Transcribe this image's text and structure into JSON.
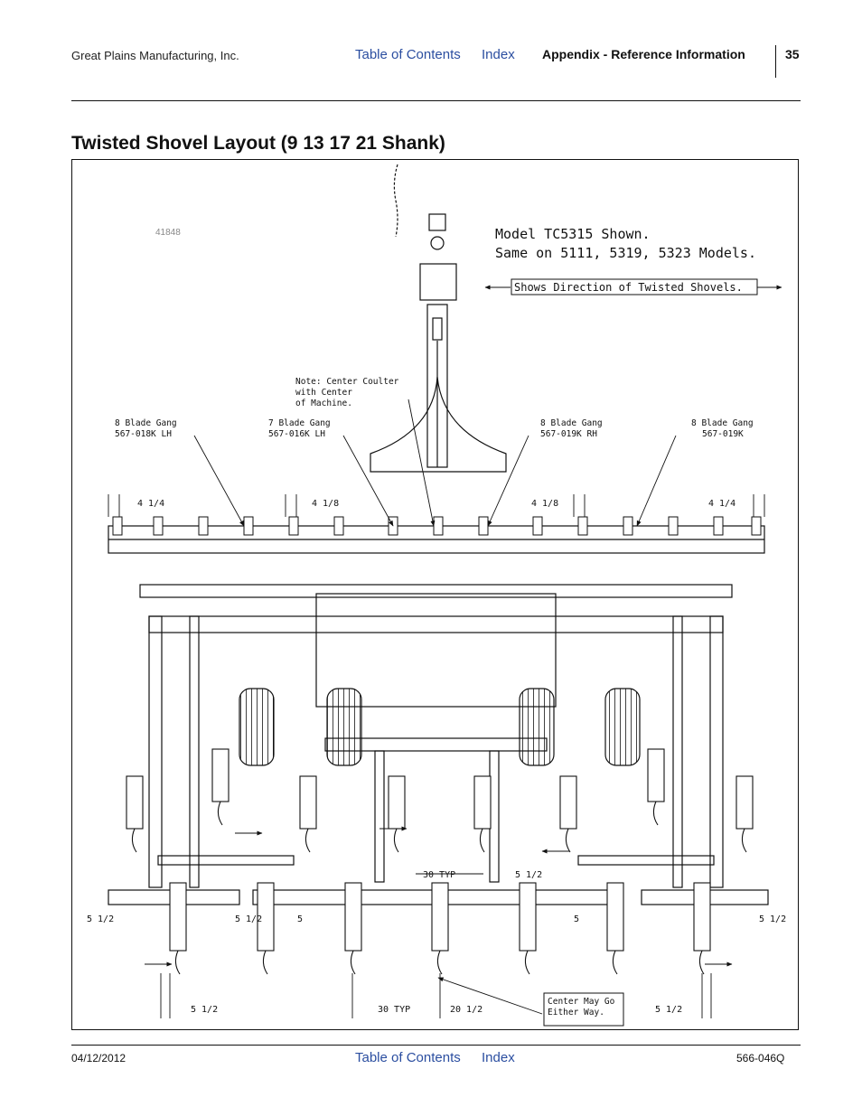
{
  "header": {
    "company": "Great Plains Manufacturing, Inc.",
    "toc_link": "Table of Contents",
    "index_link": "Index",
    "section": "Appendix - Reference Information",
    "page_number": "35"
  },
  "page_title": "Twisted Shovel Layout (9 13 17 21 Shank)",
  "figure": {
    "figure_id": "41848",
    "model_line1": "Model TC5315 Shown.",
    "model_line2": "Same on 5111, 5319, 5323 Models.",
    "direction_note": "Shows Direction of Twisted Shovels.",
    "center_note": [
      "Note: Center Coulter",
      "with Center",
      "of Machine."
    ],
    "gangs": [
      {
        "line1": "8 Blade Gang",
        "line2": "567-018K LH"
      },
      {
        "line1": "7 Blade Gang",
        "line2": "567-016K LH"
      },
      {
        "line1": "8 Blade Gang",
        "line2": "567-019K RH"
      },
      {
        "line1": "8 Blade Gang",
        "line2": "567-019K"
      }
    ],
    "dims": {
      "d_4_1_4": "4 1/4",
      "d_4_1_8": "4 1/8",
      "d_5_1_2": "5 1/2",
      "d_5": "5",
      "d_30_typ": "30 TYP",
      "d_20_1_2": "20 1/2"
    },
    "either_way": [
      "Center May Go",
      "Either Way."
    ]
  },
  "footer": {
    "date": "04/12/2012",
    "toc_link": "Table of Contents",
    "index_link": "Index",
    "doc_code": "566-046Q"
  }
}
